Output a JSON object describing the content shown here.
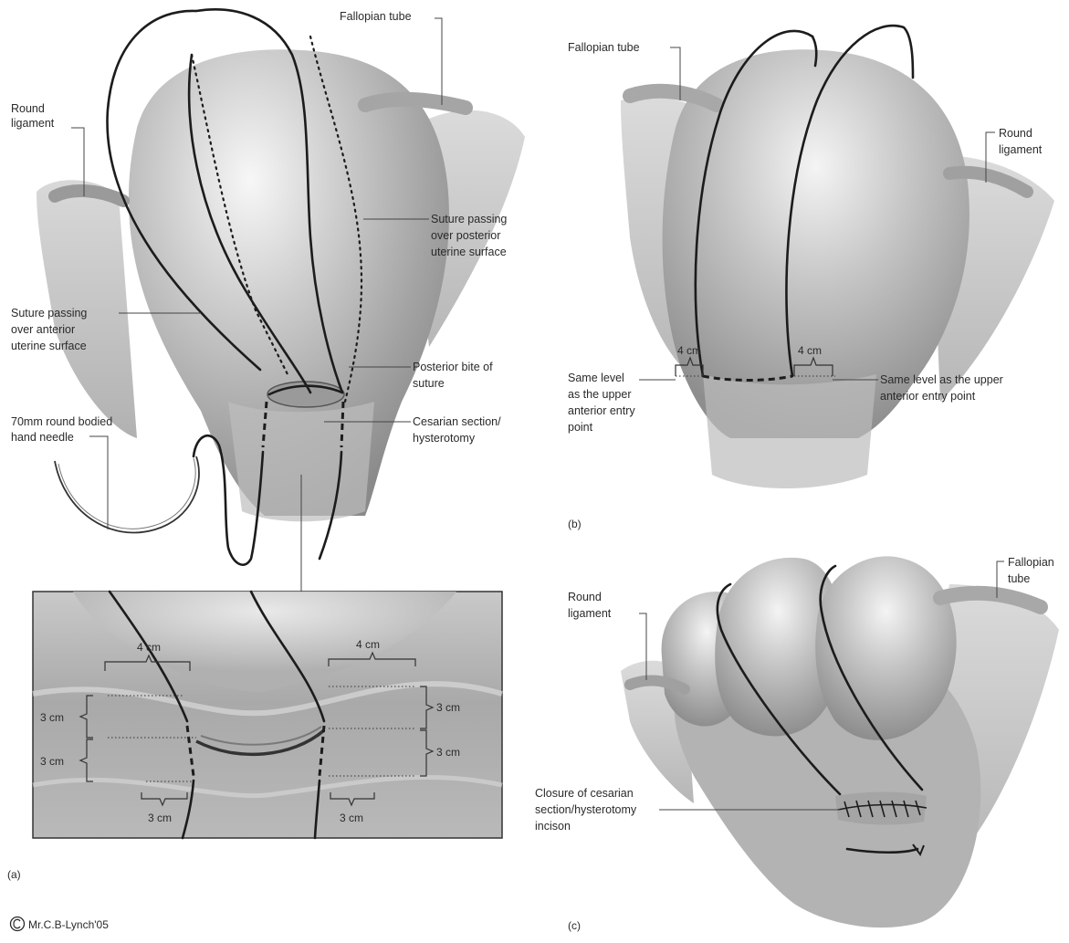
{
  "panel_a": {
    "panel_label": "(a)",
    "labels": {
      "fallopian_tube": "Fallopian tube",
      "round_ligament_l1": "Round",
      "round_ligament_l2": "ligament",
      "suture_posterior_l1": "Suture passing",
      "suture_posterior_l2": "over posterior",
      "suture_posterior_l3": "uterine surface",
      "suture_anterior_l1": "Suture passing",
      "suture_anterior_l2": "over anterior",
      "suture_anterior_l3": "uterine surface",
      "posterior_bite_l1": "Posterior bite of",
      "posterior_bite_l2": "suture",
      "needle_l1": "70mm round bodied",
      "needle_l2": "hand needle",
      "cesarean_l1": "Cesarian section/",
      "cesarean_l2": "hysterotomy"
    },
    "inset": {
      "top_left": "4 cm",
      "top_right": "4 cm",
      "left_upper": "3 cm",
      "left_lower": "3 cm",
      "right_upper": "3 cm",
      "right_lower": "3 cm",
      "bottom_left": "3 cm",
      "bottom_right": "3 cm"
    }
  },
  "panel_b": {
    "panel_label": "(b)",
    "labels": {
      "fallopian_tube": "Fallopian tube",
      "round_ligament_l1": "Round",
      "round_ligament_l2": "ligament",
      "left_meas": "4 cm",
      "right_meas": "4 cm",
      "same_level_left_l1": "Same level",
      "same_level_left_l2": "as the upper",
      "same_level_left_l3": "anterior entry",
      "same_level_left_l4": "point",
      "same_level_right_l1": "Same level as the upper",
      "same_level_right_l2": "anterior entry point"
    }
  },
  "panel_c": {
    "panel_label": "(c)",
    "labels": {
      "fallopian_tube_l1": "Fallopian",
      "fallopian_tube_l2": "tube",
      "round_ligament_l1": "Round",
      "round_ligament_l2": "ligament",
      "closure_l1": "Closure of cesarian",
      "closure_l2": "section/hysterotomy",
      "closure_l3": "incison"
    }
  },
  "copyright": "Mr.C.B-Lynch'05",
  "colors": {
    "uterus_light": "#d9d9d9",
    "uterus_dark": "#8f8f8f",
    "suture": "#1c1c1c"
  }
}
